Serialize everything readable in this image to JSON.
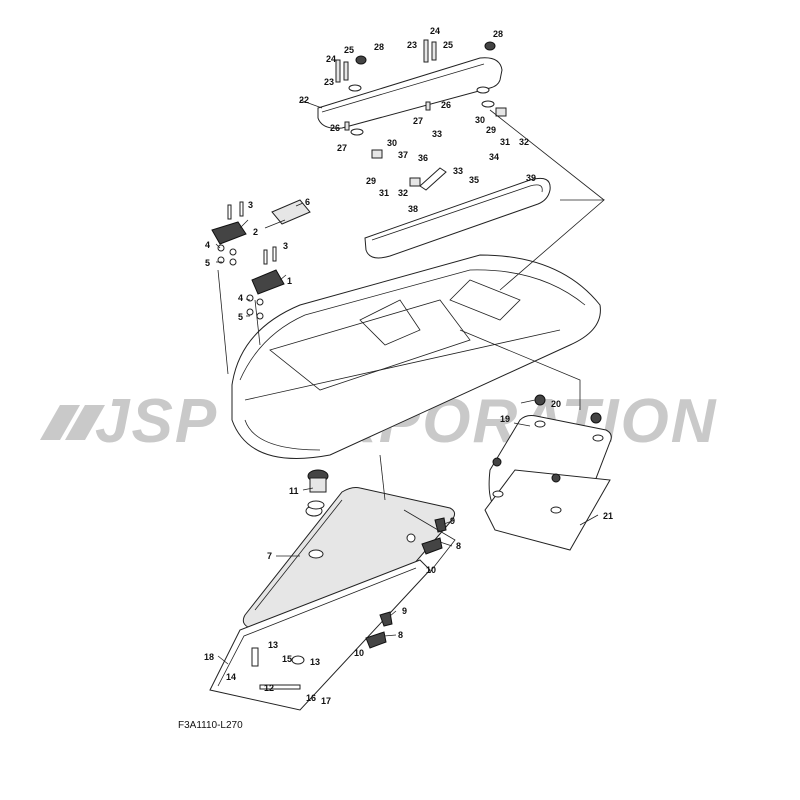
{
  "watermark": {
    "text": "JSP CORPORATION"
  },
  "figure_code": "F3A1110-L270",
  "labels": {
    "l1": "1",
    "l2": "2",
    "l3a": "3",
    "l3b": "3",
    "l4a": "4",
    "l4b": "4",
    "l5a": "5",
    "l5b": "5",
    "l6": "6",
    "l7": "7",
    "l8a": "8",
    "l8b": "8",
    "l9a": "9",
    "l9b": "9",
    "l10a": "10",
    "l10b": "10",
    "l11": "11",
    "l12": "12",
    "l13a": "13",
    "l13b": "13",
    "l14": "14",
    "l15": "15",
    "l16": "16",
    "l17": "17",
    "l18": "18",
    "l19": "19",
    "l20": "20",
    "l21": "21",
    "l22": "22",
    "l23a": "23",
    "l23b": "23",
    "l24a": "24",
    "l24b": "24",
    "l25a": "25",
    "l25b": "25",
    "l26a": "26",
    "l26b": "26",
    "l27a": "27",
    "l27b": "27",
    "l28a": "28",
    "l28b": "28",
    "l29a": "29",
    "l29b": "29",
    "l30a": "30",
    "l30b": "30",
    "l31a": "31",
    "l31b": "31",
    "l32a": "32",
    "l32b": "32",
    "l33a": "33",
    "l33b": "33",
    "l34": "34",
    "l35": "35",
    "l36": "36",
    "l37": "37",
    "l38": "38",
    "l39": "39"
  },
  "colors": {
    "line": "#222222",
    "watermark": "#c9c9c9",
    "shade": "#e6e6e6"
  }
}
